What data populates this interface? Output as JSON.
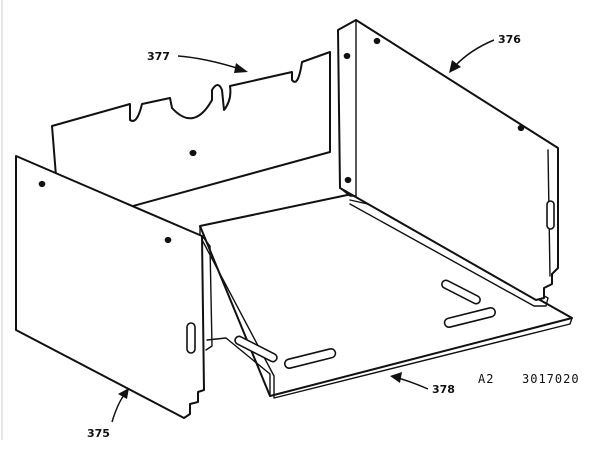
{
  "callouts": {
    "rear_panel": "377",
    "right_panel": "376",
    "left_panel": "375",
    "base_plate": "378"
  },
  "figure_code": "A2",
  "drawing_number": "3017020"
}
